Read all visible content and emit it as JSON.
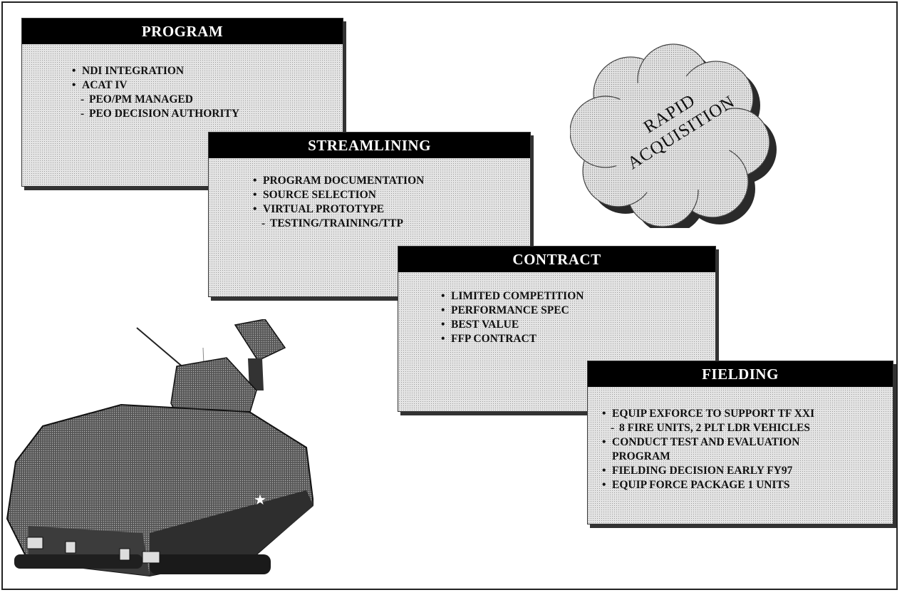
{
  "program": {
    "title": "PROGRAM",
    "items": [
      "NDI INTEGRATION",
      "ACAT IV",
      "PEO/PM MANAGED",
      "PEO DECISION AUTHORITY"
    ]
  },
  "streamlining": {
    "title": "STREAMLINING",
    "items": [
      "PROGRAM DOCUMENTATION",
      "SOURCE SELECTION",
      "VIRTUAL PROTOTYPE",
      "TESTING/TRAINING/TTP"
    ]
  },
  "contract": {
    "title": "CONTRACT",
    "items": [
      "LIMITED COMPETITION",
      "PERFORMANCE SPEC",
      "BEST VALUE",
      "FFP CONTRACT"
    ]
  },
  "fielding": {
    "title": "FIELDING",
    "items": [
      "EQUIP EXFORCE TO SUPPORT TF XXI",
      "8 FIRE UNITS, 2 PLT LDR VEHICLES",
      "CONDUCT TEST AND EVALUATION",
      "PROGRAM",
      "FIELDING DECISION EARLY FY97",
      "EQUIP FORCE PACKAGE 1 UNITS"
    ]
  },
  "cloud": {
    "line1": "RAPID",
    "line2": "ACQUISITION"
  },
  "colors": {
    "header_bg": "#000000",
    "header_text": "#ffffff",
    "box_fill": "#e4e4e4",
    "cloud_fill": "#dcdcdc"
  }
}
